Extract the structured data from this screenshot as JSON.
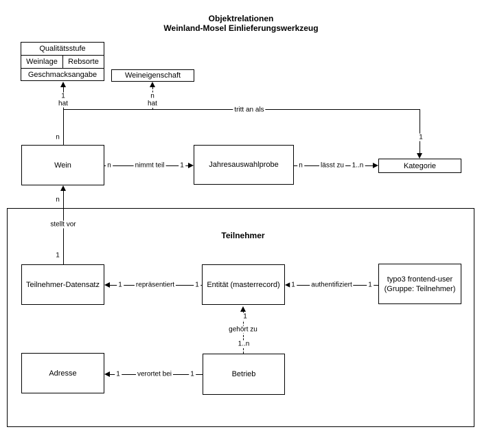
{
  "diagram": {
    "title_line1": "Objektrelationen",
    "title_line2": "Weinland-Mosel Einlieferungswerkzeug",
    "group_label": "Teilnehmer",
    "colors": {
      "line": "#000000",
      "background": "#ffffff",
      "text": "#000000"
    },
    "nodes": {
      "qualitaetsstufe": "Qualitätsstufe",
      "weinlage": "Weinlage",
      "rebsorte": "Rebsorte",
      "geschmacksangabe": "Geschmacksangabe",
      "weineigenschaft": "Weineigenschaft",
      "wein": "Wein",
      "jahresauswahlprobe": "Jahresauswahlprobe",
      "kategorie": "Kategorie",
      "teilnehmer_datensatz": "Teilnehmer-Datensatz",
      "entitaet": "Entität (masterrecord)",
      "typo3_user_line1": "typo3 frontend-user",
      "typo3_user_line2": "(Gruppe: Teilnehmer)",
      "adresse": "Adresse",
      "betrieb": "Betrieb"
    },
    "relations": {
      "hat_qualitaet": {
        "label": "hat",
        "target_card": "1",
        "source_card": "n"
      },
      "hat_eigenschaft": {
        "label": "hat",
        "target_card": "n"
      },
      "tritt_an_als": {
        "label": "tritt an als",
        "target_card": "1"
      },
      "nimmt_teil": {
        "label": "nimmt teil",
        "source_card": "n",
        "target_card": "1"
      },
      "laesst_zu": {
        "label": "lässt zu",
        "source_card": "n",
        "target_card": "1..n"
      },
      "stellt_vor": {
        "label": "stellt vor",
        "source_card": "1",
        "target_card": "n"
      },
      "repraesentiert": {
        "label": "repräsentiert",
        "source_card": "1",
        "target_card": "1"
      },
      "authentifiziert": {
        "label": "authentifiziert",
        "source_card": "1",
        "target_card": "1"
      },
      "gehoert_zu": {
        "label": "gehört zu",
        "source_card": "1..n",
        "target_card": "1"
      },
      "verortet_bei": {
        "label": "verortet bei",
        "source_card": "1",
        "target_card": "1"
      }
    }
  }
}
